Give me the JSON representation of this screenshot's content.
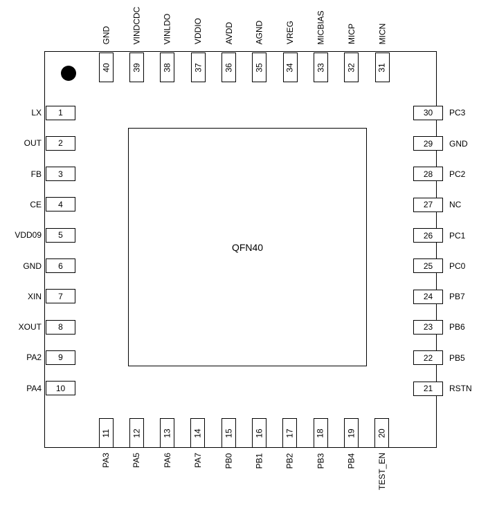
{
  "package": {
    "label": "QFN40"
  },
  "pins": {
    "left": [
      {
        "num": "1",
        "name": "LX"
      },
      {
        "num": "2",
        "name": "OUT"
      },
      {
        "num": "3",
        "name": "FB"
      },
      {
        "num": "4",
        "name": "CE"
      },
      {
        "num": "5",
        "name": "VDD09"
      },
      {
        "num": "6",
        "name": "GND"
      },
      {
        "num": "7",
        "name": "XIN"
      },
      {
        "num": "8",
        "name": "XOUT"
      },
      {
        "num": "9",
        "name": "PA2"
      },
      {
        "num": "10",
        "name": "PA4"
      }
    ],
    "bottom": [
      {
        "num": "11",
        "name": "PA3"
      },
      {
        "num": "12",
        "name": "PA5"
      },
      {
        "num": "13",
        "name": "PA6"
      },
      {
        "num": "14",
        "name": "PA7"
      },
      {
        "num": "15",
        "name": "PB0"
      },
      {
        "num": "16",
        "name": "PB1"
      },
      {
        "num": "17",
        "name": "PB2"
      },
      {
        "num": "18",
        "name": "PB3"
      },
      {
        "num": "19",
        "name": "PB4"
      },
      {
        "num": "20",
        "name": "TEST_EN"
      }
    ],
    "right": [
      {
        "num": "21",
        "name": "RSTN"
      },
      {
        "num": "22",
        "name": "PB5"
      },
      {
        "num": "23",
        "name": "PB6"
      },
      {
        "num": "24",
        "name": "PB7"
      },
      {
        "num": "25",
        "name": "PC0"
      },
      {
        "num": "26",
        "name": "PC1"
      },
      {
        "num": "27",
        "name": "NC"
      },
      {
        "num": "28",
        "name": "PC2"
      },
      {
        "num": "29",
        "name": "GND"
      },
      {
        "num": "30",
        "name": "PC3"
      }
    ],
    "top": [
      {
        "num": "31",
        "name": "MICN"
      },
      {
        "num": "32",
        "name": "MICP"
      },
      {
        "num": "33",
        "name": "MICBIAS"
      },
      {
        "num": "34",
        "name": "VREG"
      },
      {
        "num": "35",
        "name": "AGND"
      },
      {
        "num": "36",
        "name": "AVDD"
      },
      {
        "num": "37",
        "name": "VDDIO"
      },
      {
        "num": "38",
        "name": "VINLDO"
      },
      {
        "num": "39",
        "name": "VINDCDC"
      },
      {
        "num": "40",
        "name": "GND"
      }
    ]
  }
}
